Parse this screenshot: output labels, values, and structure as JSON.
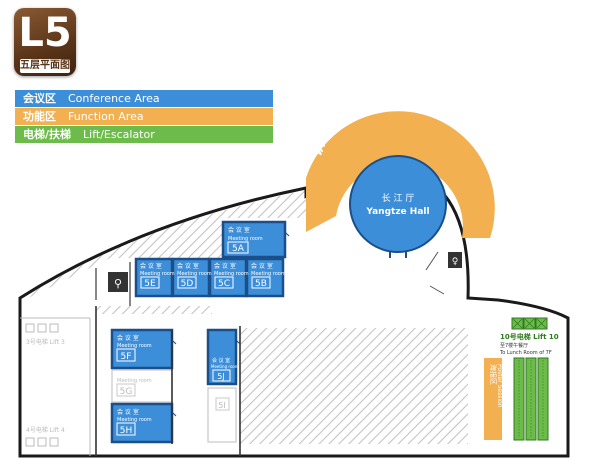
{
  "badge": {
    "level": "L5",
    "subtitle": "五层平面图"
  },
  "legend": [
    {
      "zh": "会议区",
      "en": "Conference Area",
      "color": "#3c8ed8"
    },
    {
      "zh": "功能区",
      "en": "Function Area",
      "color": "#f3b050"
    },
    {
      "zh": "电梯/扶梯",
      "en": "Lift/Escalator",
      "color": "#6dbb4a"
    }
  ],
  "speaker_lounge": {
    "label": "讲师休息区 Speaker Lounge"
  },
  "yangtze_hall": {
    "zh": "长 江 厅",
    "en": "Yangtze Hall"
  },
  "rooms": [
    {
      "id": "5A",
      "zh": "会 议 室",
      "en": "Meeting room",
      "active": true
    },
    {
      "id": "5B",
      "zh": "会 议 室",
      "en": "Meeting room",
      "active": true
    },
    {
      "id": "5C",
      "zh": "会 议 室",
      "en": "Meeting room",
      "active": true
    },
    {
      "id": "5D",
      "zh": "会 议 室",
      "en": "Meeting room",
      "active": true
    },
    {
      "id": "5E",
      "zh": "会 议 室",
      "en": "Meeting room",
      "active": true
    },
    {
      "id": "5F",
      "zh": "会 议 室",
      "en": "Meeting room",
      "active": true
    },
    {
      "id": "5G",
      "zh": "",
      "en": "Meeting room",
      "active": false
    },
    {
      "id": "5H",
      "zh": "会 议 室",
      "en": "Meeting room",
      "active": true
    },
    {
      "id": "5J",
      "zh": "会 议 室",
      "en": "Meeting room",
      "active": true
    },
    {
      "id": "5I",
      "zh": "",
      "en": "",
      "active": false
    }
  ],
  "lifts": {
    "lift3": "3号电梯 Lift 3",
    "lift4": "4号电梯 Lift 4",
    "lift10": "10号电梯 Lift 10",
    "lift10_note1": "至7楼午餐厅",
    "lift10_note2": "To Lunch Room of 7F"
  },
  "poster": {
    "zh": "海报区",
    "en": "Poster Session"
  },
  "colors": {
    "conference": "#3c8ed8",
    "function": "#f3b050",
    "lift": "#6dbb4a",
    "wall": "#1a1a1a",
    "hatch": "#bdbdbd"
  }
}
